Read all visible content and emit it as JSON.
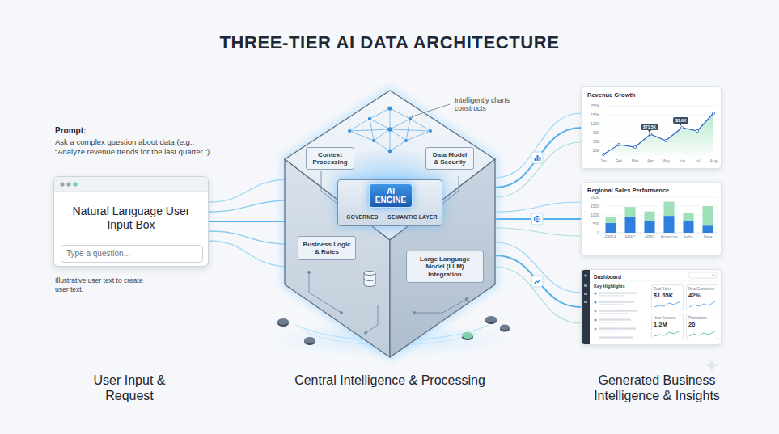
{
  "diagram": {
    "title": "THREE-TIER AI DATA ARCHITECTURE",
    "nodes": [
      {
        "text": [
          "Natural Language User Input Box"
        ]
      },
      {
        "text": [
          "Type a question..."
        ],
        "in": 0
      },
      {
        "text": [
          "Intelligently charts constructs"
        ]
      },
      {
        "text": [
          "Context Processing"
        ],
        "in": 2
      },
      {
        "text": [
          "Data Model & Security"
        ],
        "in": 2
      },
      {
        "text": [
          "GOVERNED",
          "SEMANTIC LAYER"
        ],
        "in": 2
      },
      {
        "text": [
          "AI ENGINE"
        ],
        "in": 5
      },
      {
        "text": [
          "Business Logic & Rules"
        ],
        "in": 2
      },
      {
        "text": [
          "Large Language Model (LLM) Integration"
        ],
        "in": 2
      },
      {
        "text": [
          "Revenue Growth"
        ]
      },
      {
        "text": [
          "$71.5K"
        ],
        "in": 9
      },
      {
        "text": [
          "$1.6K"
        ],
        "in": 9
      },
      {
        "text": [
          "Regional Sales Performance"
        ]
      },
      {
        "text": [
          "Dashboard"
        ]
      },
      {
        "text": [
          "Total Sales",
          "$1.65K"
        ],
        "in": 13
      },
      {
        "text": [
          "New Customers",
          "42%"
        ],
        "in": 13
      },
      {
        "text": [
          "New Growers",
          "1.2M"
        ],
        "in": 13
      },
      {
        "text": [
          "Promotions",
          "20"
        ],
        "in": 13
      }
    ],
    "edges": [
      {
        "from": 0,
        "to": 2,
        "arrow": "none"
      },
      {
        "from": 2,
        "to": 9,
        "arrow": "none"
      },
      {
        "from": 2,
        "to": 12,
        "arrow": "none"
      },
      {
        "from": 2,
        "to": 13,
        "arrow": "none"
      }
    ],
    "labels": [
      "Prompt:",
      "Ask a complex question about data (e.g., “Analyze revenue trends for the last quarter.”)",
      "Illustrative user text to create user text.",
      "User Input & Request",
      "Central Intelligence & Processing",
      "Generated Business Intelligence & Insights",
      "250k",
      "150k",
      "120k",
      "90k",
      "50k",
      "25k",
      "Jan",
      "Feb",
      "Mar",
      "Apr",
      "May",
      "Jun",
      "Jul",
      "Aug",
      "2000",
      "1500",
      "1000",
      "500",
      "0",
      "EMEA",
      "APAC",
      "APAC",
      "Americas",
      "India",
      "Data",
      "Key Highlights"
    ]
  }
}
